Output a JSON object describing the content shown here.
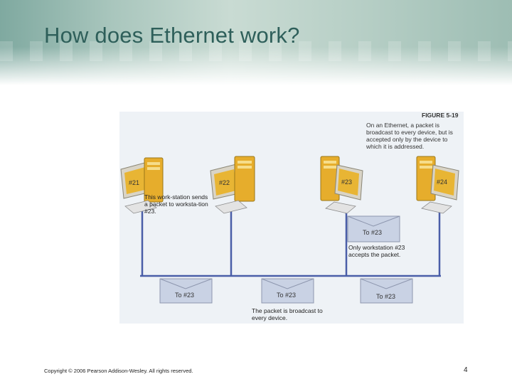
{
  "slide": {
    "title": "How does Ethernet work?",
    "copyright": "Copyright © 2006 Pearson Addison-Wesley. All rights reserved.",
    "page_number": "4"
  },
  "figure": {
    "label": "FIGURE 5-19",
    "caption": "On an Ethernet, a packet is broadcast to every device, but is accepted only by the device to which it is addressed.",
    "workstations": [
      "#21",
      "#22",
      "#23",
      "#24"
    ],
    "note_sender": "This work-station sends a packet to worksta-tion #23.",
    "note_accept": "Only workstation #23 accepts the packet.",
    "note_broadcast": "The packet is broadcast to every device.",
    "envelopes": [
      "To #23",
      "To #23",
      "To #23",
      "To #23"
    ]
  },
  "colors": {
    "title": "#2e5f5a",
    "cable": "#4a5ea8",
    "envelope": "#c9d2e4",
    "monitor_screen": "#e8b534",
    "tower": "#e6ad2c"
  }
}
